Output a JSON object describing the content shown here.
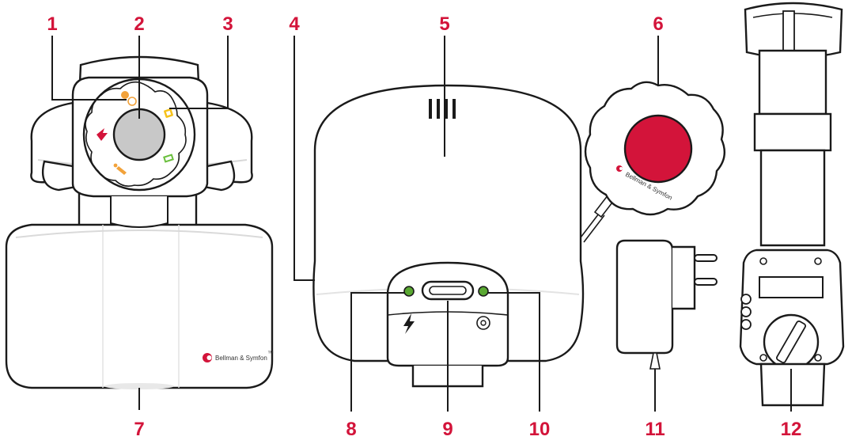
{
  "callouts": [
    "1",
    "2",
    "3",
    "4",
    "5",
    "6",
    "7",
    "8",
    "9",
    "10",
    "11",
    "12"
  ],
  "brand": "Bellman & Symfon",
  "trademark": "™",
  "colors": {
    "callout": "#d3143a",
    "outline": "#1a1a1a",
    "body_fill": "#ffffff",
    "shade": "#ececec",
    "alarm_button": "#d3143a",
    "led": "#5aa832",
    "sensor": "#c8c8c8",
    "orange_icon": "#f2a23a",
    "yellow_icon": "#f6c21c",
    "green_icon": "#6abf3d"
  },
  "icons": [
    "flame-icon",
    "doorbell-icon",
    "phone-icon",
    "baby-icon",
    "light-bolt-icon",
    "power-icon",
    "gear-icon",
    "alarm-button-icon"
  ]
}
